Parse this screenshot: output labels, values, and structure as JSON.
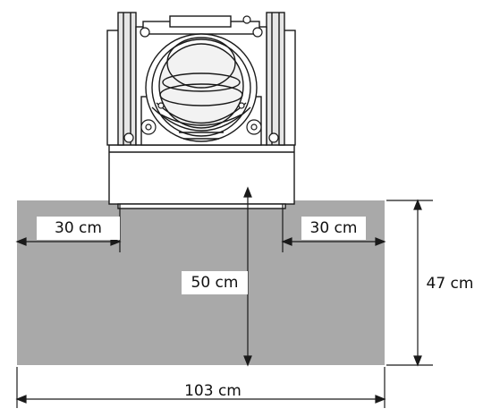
{
  "dimensions": {
    "left_clearance": "30 cm",
    "right_clearance": "30 cm",
    "front_depth": "50 cm",
    "side_depth": "47 cm",
    "total_width": "103 cm"
  },
  "colors": {
    "floor_area": "#a9a9a9",
    "device_outline": "#1a1a1a",
    "background": "#ffffff",
    "device_fill": "#ffffff",
    "device_shade": "#cfcfcf"
  }
}
